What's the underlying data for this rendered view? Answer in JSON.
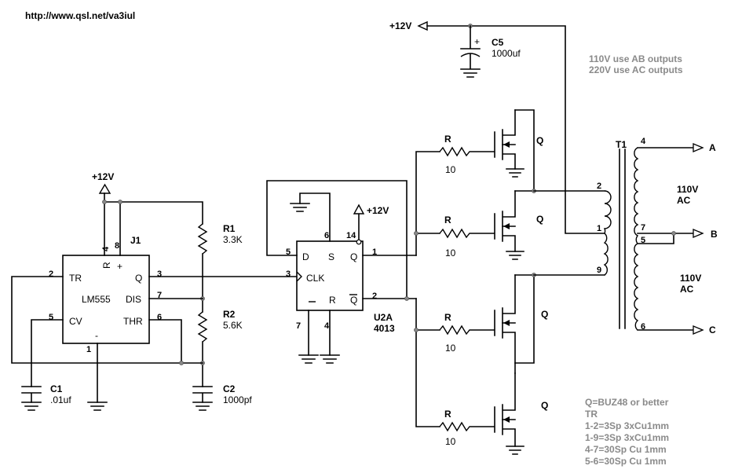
{
  "header": {
    "url": "http://www.qsl.net/va3iul"
  },
  "supply": {
    "label": "+12V"
  },
  "timer": {
    "name": "LM555",
    "ref": "J1",
    "pins": {
      "tr": "TR",
      "q": "Q",
      "dis": "DIS",
      "cv": "CV",
      "thr": "THR",
      "r": "R",
      "plus": "+",
      "minus": "-",
      "n2": "2",
      "n3": "3",
      "n7": "7",
      "n5": "5",
      "n6": "6",
      "n1": "1",
      "n4": "4",
      "n8": "8"
    }
  },
  "resistors": {
    "r1": {
      "ref": "R1",
      "value": "3.3K"
    },
    "r2": {
      "ref": "R2",
      "value": "5.6K"
    },
    "gate": {
      "ref": "R",
      "value": "10"
    }
  },
  "capacitors": {
    "c1": {
      "ref": "C1",
      "value": ".01uf"
    },
    "c2": {
      "ref": "C2",
      "value": "1000pf"
    },
    "c5": {
      "ref": "C5",
      "value": "1000uf",
      "polarity": "+"
    }
  },
  "flipflop": {
    "ref": "U2A",
    "part": "4013",
    "pins": {
      "d": "D",
      "s": "S",
      "q": "Q",
      "clk": "CLK",
      "r": "R",
      "qbar": "Q",
      "n5": "5",
      "n6": "6",
      "n14": "14",
      "n1": "1",
      "n3": "3",
      "n2": "2",
      "n7": "7",
      "n4": "4"
    }
  },
  "mosfet": {
    "label": "Q"
  },
  "transformer": {
    "ref": "T1",
    "pins": {
      "p4": "4",
      "p2": "2",
      "p1": "1",
      "p9": "9",
      "p7": "7",
      "p5": "5",
      "p6": "6"
    }
  },
  "outputs": {
    "a": "A",
    "b": "B",
    "c": "C",
    "ac110": "110V",
    "ac": "AC"
  },
  "notes": {
    "top": [
      "110V use AB outputs",
      "220V use AC outputs"
    ],
    "bottom": [
      "Q=BUZ48 or better",
      "TR",
      "1-2=3Sp 3xCu1mm",
      "1-9=3Sp 3xCu1mm",
      "4-7=30Sp Cu 1mm",
      "5-6=30Sp Cu 1mm"
    ]
  }
}
